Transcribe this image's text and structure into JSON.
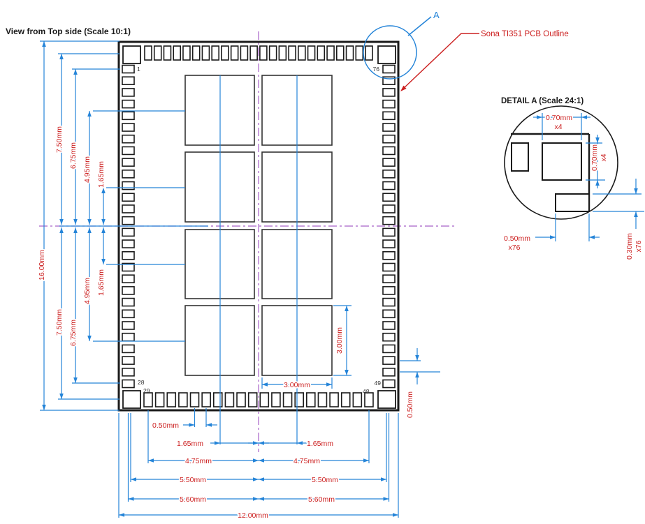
{
  "colors": {
    "blue": "#2484d8",
    "red": "#cc2020",
    "purple": "#a862c8",
    "ink": "#1a1a1a",
    "pin_label": "#333333"
  },
  "main_view": {
    "title": "View from Top side (Scale 10:1)",
    "outline_label": "Sona TI351 PCB Outline",
    "detail_marker": "A",
    "pin_labels": {
      "pin1": "1",
      "pin28": "28",
      "pin29": "29",
      "pin48": "48",
      "pin49": "49",
      "pin76": "76"
    },
    "dims_left": [
      {
        "id": "overall-height",
        "label": "16.00mm"
      },
      {
        "id": "top-7-50",
        "label": "7.50mm"
      },
      {
        "id": "bottom-7-50",
        "label": "7.50mm"
      },
      {
        "id": "top-6-75",
        "label": "6.75mm"
      },
      {
        "id": "bottom-6-75",
        "label": "6.75mm"
      },
      {
        "id": "top-4-95",
        "label": "4.95mm"
      },
      {
        "id": "bottom-4-95",
        "label": "4.95mm"
      },
      {
        "id": "top-1-65",
        "label": "1.65mm"
      },
      {
        "id": "bottom-1-65",
        "label": "1.65mm"
      }
    ],
    "dims_bottom": [
      {
        "id": "pad-pitch",
        "label": "0.50mm"
      },
      {
        "id": "left-1-65",
        "label": "1.65mm"
      },
      {
        "id": "right-1-65",
        "label": "1.65mm"
      },
      {
        "id": "left-4-75",
        "label": "4.75mm"
      },
      {
        "id": "right-4-75",
        "label": "4.75mm"
      },
      {
        "id": "left-5-50",
        "label": "5.50mm"
      },
      {
        "id": "right-5-50",
        "label": "5.50mm"
      },
      {
        "id": "left-5-60",
        "label": "5.60mm"
      },
      {
        "id": "right-5-60",
        "label": "5.60mm"
      },
      {
        "id": "overall-width",
        "label": "12.00mm"
      }
    ],
    "dims_right": [
      {
        "id": "shield-height",
        "label": "3.00mm"
      },
      {
        "id": "shield-width",
        "label": "3.00mm"
      },
      {
        "id": "right-pad-pitch",
        "label": "0.50mm"
      }
    ]
  },
  "detail_view": {
    "title": "DETAIL A (Scale 24:1)",
    "dims": [
      {
        "id": "corner-pad-width",
        "label": "0.70mm",
        "count": "x4"
      },
      {
        "id": "corner-pad-height",
        "label": "0.70mm",
        "count": "x4"
      },
      {
        "id": "pad-width",
        "label": "0.50mm",
        "count": "x76"
      },
      {
        "id": "pad-height",
        "label": "0.30mm",
        "count": "x76"
      }
    ]
  }
}
